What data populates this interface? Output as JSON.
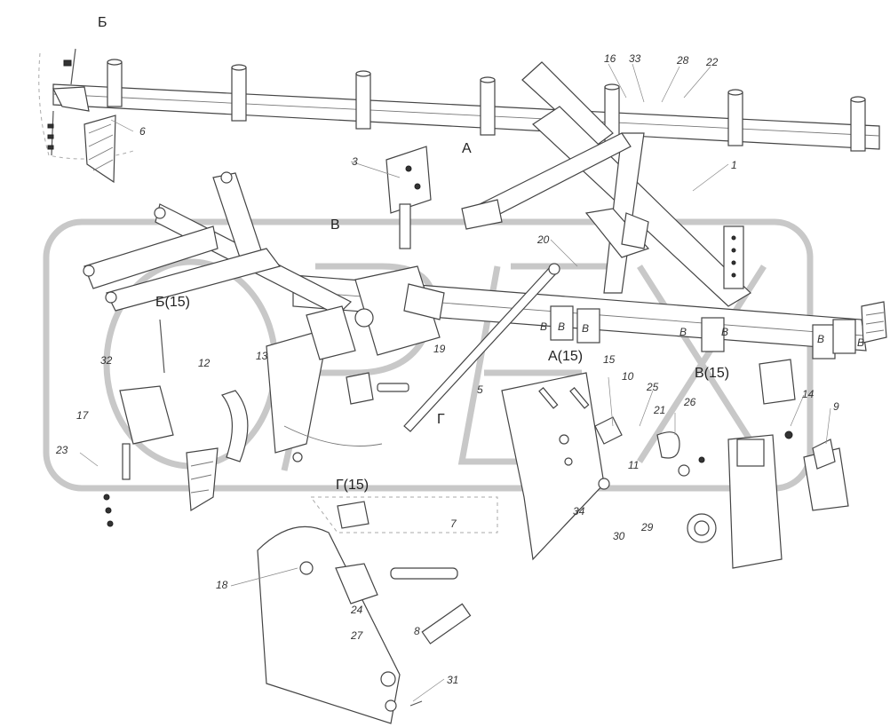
{
  "view_letters": {
    "B_top": "Б",
    "A": "А",
    "V": "В",
    "B15": "Б(15)",
    "A15": "А(15)",
    "V15": "В(15)",
    "G": "Г",
    "G15": "Г(15)"
  },
  "part_labels": {
    "p1": "1",
    "p3": "3",
    "p5": "5",
    "p6": "6",
    "p7": "7",
    "p8": "8",
    "p9": "9",
    "p10": "10",
    "p11": "11",
    "p12": "12",
    "p13": "13",
    "p14": "14",
    "p15": "15",
    "p16": "16",
    "p17": "17",
    "p18": "18",
    "p19": "19",
    "p20": "20",
    "p21": "21",
    "p22": "22",
    "p23": "23",
    "p24": "24",
    "p25": "25",
    "p26": "26",
    "p27": "27",
    "p28": "28",
    "p29": "29",
    "p30": "30",
    "p31": "31",
    "p32": "32",
    "p33": "33",
    "p34": "34"
  },
  "frame_markers": [
    "В",
    "В",
    "В",
    "В",
    "В",
    "В",
    "В"
  ],
  "watermark_logo": "OPEX"
}
